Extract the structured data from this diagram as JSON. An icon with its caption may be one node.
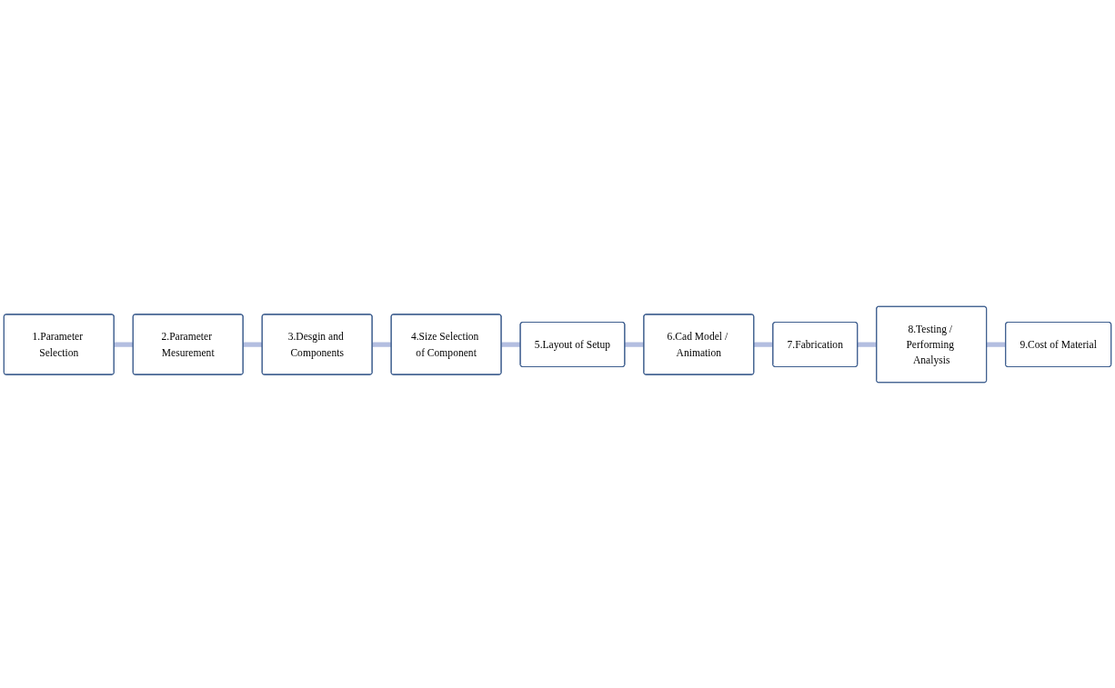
{
  "diagram": {
    "nodes": [
      {
        "text": [
          "1.Parameter Selection"
        ]
      },
      {
        "text": [
          "2.Parameter Mesurement"
        ]
      },
      {
        "text": [
          "3.Desgin and Components"
        ]
      },
      {
        "text": [
          "4.Size Selection of Component"
        ]
      },
      {
        "text": [
          "5.Layout of Setup"
        ]
      },
      {
        "text": [
          "6.Cad Model / Animation"
        ]
      },
      {
        "text": [
          "7.Fabrication"
        ]
      },
      {
        "text": [
          "8.Testing / Performing Analysis"
        ]
      },
      {
        "text": [
          "9.Cost of Material"
        ]
      }
    ],
    "edges": [
      {
        "from": 0,
        "to": 1,
        "arrow": "none"
      },
      {
        "from": 1,
        "to": 2,
        "arrow": "none"
      },
      {
        "from": 2,
        "to": 3,
        "arrow": "none"
      },
      {
        "from": 3,
        "to": 4,
        "arrow": "none"
      },
      {
        "from": 4,
        "to": 5,
        "arrow": "none"
      },
      {
        "from": 5,
        "to": 6,
        "arrow": "none"
      },
      {
        "from": 6,
        "to": 7,
        "arrow": "none"
      },
      {
        "from": 7,
        "to": 8,
        "arrow": "none"
      }
    ]
  }
}
